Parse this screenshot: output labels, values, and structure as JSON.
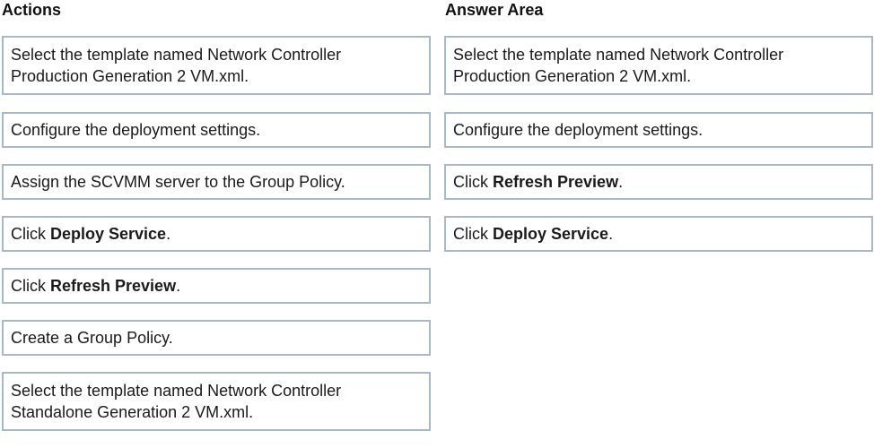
{
  "headings": {
    "actions": "Actions",
    "answer": "Answer Area"
  },
  "actions": [
    {
      "pre": "Select the template named Network Controller",
      "line2": "Production Generation 2 VM.xml."
    },
    {
      "pre": "Configure the deployment settings."
    },
    {
      "pre": "Assign the SCVMM server to the Group Policy."
    },
    {
      "pre": "Click ",
      "bold": "Deploy Service",
      "post": "."
    },
    {
      "pre": "Click ",
      "bold": "Refresh Preview",
      "post": "."
    },
    {
      "pre": "Create a Group Policy."
    },
    {
      "pre": "Select the template named Network Controller",
      "line2": "Standalone Generation 2 VM.xml."
    }
  ],
  "answer": [
    {
      "pre": "Select the template named Network Controller",
      "line2": "Production Generation 2 VM.xml."
    },
    {
      "pre": "Configure the deployment settings."
    },
    {
      "pre": "Click ",
      "bold": "Refresh Preview",
      "post": "."
    },
    {
      "pre": "Click ",
      "bold": "Deploy Service",
      "post": "."
    }
  ],
  "colors": {
    "border": "#a9b8c6",
    "text": "#1a1a1a"
  }
}
